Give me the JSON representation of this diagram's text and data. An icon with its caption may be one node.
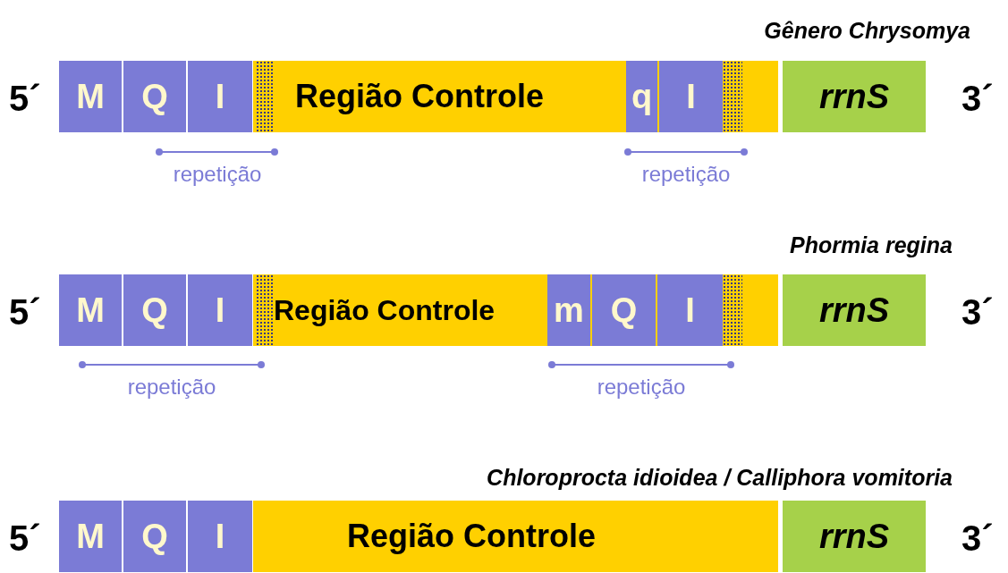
{
  "diagram": {
    "nodes": [
      {
        "text": [
          "M"
        ]
      },
      {
        "text": [
          "Q"
        ]
      },
      {
        "text": [
          "I"
        ]
      },
      {
        "text": [
          "Região Controle"
        ]
      },
      {
        "text": [],
        "shape": "box",
        "in": 3
      },
      {
        "text": [
          "q"
        ],
        "in": 3
      },
      {
        "text": [
          "I"
        ],
        "in": 3
      },
      {
        "text": [],
        "shape": "box",
        "in": 3
      },
      {
        "text": [
          "rrnS"
        ]
      },
      {
        "text": [
          "M"
        ]
      },
      {
        "text": [
          "Q"
        ]
      },
      {
        "text": [
          "I"
        ]
      },
      {
        "text": [
          "Região Controle"
        ]
      },
      {
        "text": [],
        "shape": "box",
        "in": 12
      },
      {
        "text": [
          "m"
        ],
        "in": 12
      },
      {
        "text": [
          "Q"
        ],
        "in": 12
      },
      {
        "text": [
          "I"
        ],
        "in": 12
      },
      {
        "text": [],
        "shape": "box",
        "in": 12
      },
      {
        "text": [
          "rrnS"
        ]
      },
      {
        "text": [
          "M"
        ]
      },
      {
        "text": [
          "Q"
        ]
      },
      {
        "text": [
          "I"
        ]
      },
      {
        "text": [
          "Região Controle"
        ]
      },
      {
        "text": [
          "rrnS"
        ]
      }
    ],
    "edges": [],
    "labels": [
      "Gênero Chrysomya",
      "5´",
      "3´",
      "repetição",
      "repetição",
      "Phormia regina",
      "5´",
      "3´",
      "repetição",
      "repetição",
      "Chloroprocta idioidea / Calliphora vomitoria",
      "5´",
      "3´"
    ]
  }
}
